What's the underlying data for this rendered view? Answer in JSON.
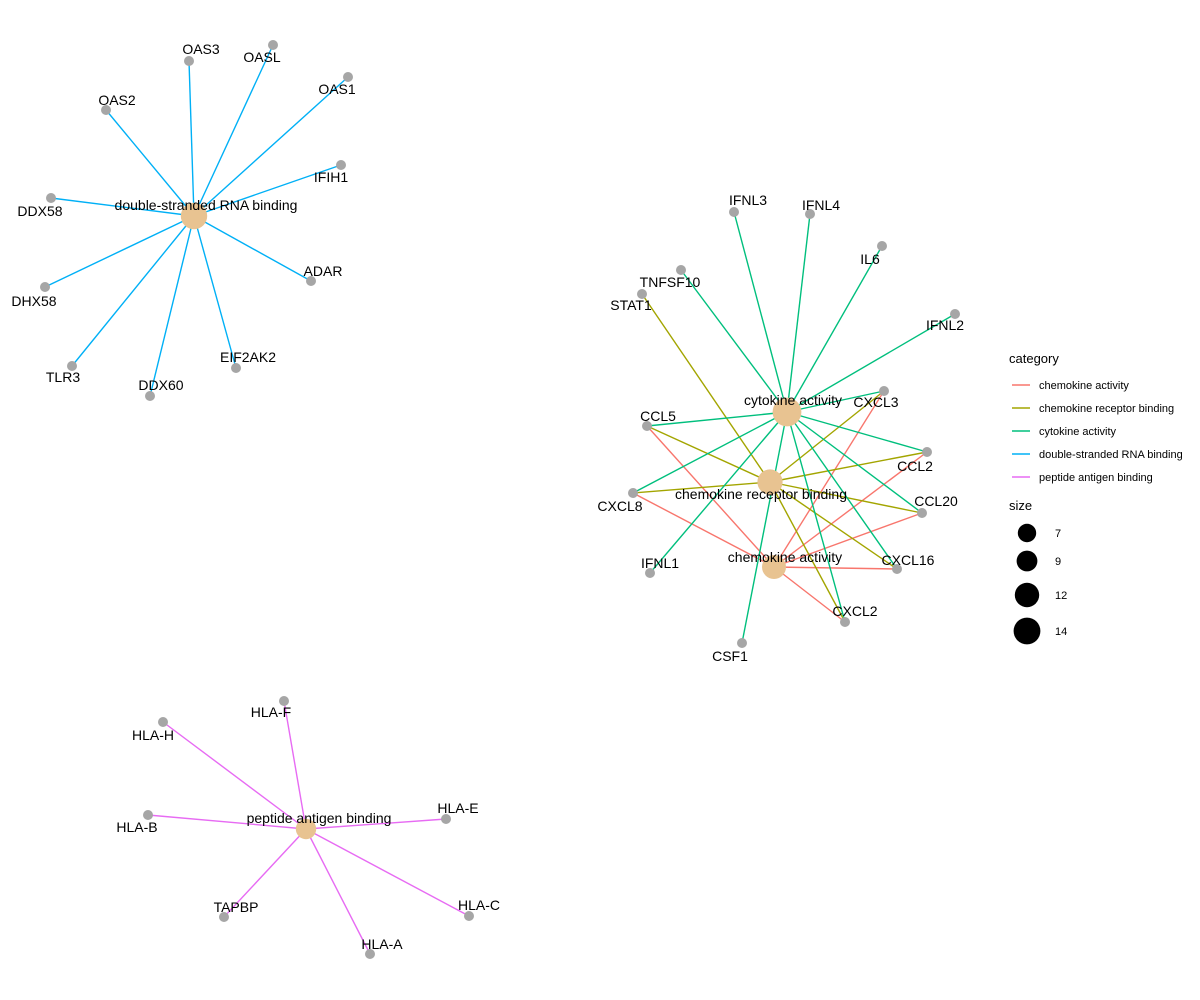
{
  "colors": {
    "chemokine activity": "#F8766D",
    "chemokine receptor binding": "#A3A500",
    "cytokine activity": "#00BF7D",
    "double-stranded RNA binding": "#00B0F6",
    "peptide antigen binding": "#E76BF3",
    "term_node": "#E8C391",
    "gene_node": "#A6A6A6"
  },
  "legend": {
    "category_title": "category",
    "categories": [
      "chemokine activity",
      "chemokine receptor binding",
      "cytokine activity",
      "double-stranded RNA binding",
      "peptide antigen binding"
    ],
    "size_title": "size",
    "sizes": [
      7,
      9,
      12,
      14
    ]
  },
  "terms": [
    {
      "id": "dsRNA",
      "label": "double-stranded RNA binding",
      "category": "double-stranded RNA binding",
      "size": 12
    },
    {
      "id": "cytokine",
      "label": "cytokine activity",
      "category": "cytokine activity",
      "size": 14
    },
    {
      "id": "chemrec",
      "label": "chemokine receptor binding",
      "category": "chemokine receptor binding",
      "size": 11
    },
    {
      "id": "chemact",
      "label": "chemokine activity",
      "category": "chemokine activity",
      "size": 10
    },
    {
      "id": "peptide",
      "label": "peptide antigen binding",
      "category": "peptide antigen binding",
      "size": 7
    }
  ],
  "genes": [
    {
      "label": "OAS3",
      "terms": [
        "dsRNA"
      ]
    },
    {
      "label": "OASL",
      "terms": [
        "dsRNA"
      ]
    },
    {
      "label": "OAS1",
      "terms": [
        "dsRNA"
      ]
    },
    {
      "label": "OAS2",
      "terms": [
        "dsRNA"
      ]
    },
    {
      "label": "IFIH1",
      "terms": [
        "dsRNA"
      ]
    },
    {
      "label": "DDX58",
      "terms": [
        "dsRNA"
      ]
    },
    {
      "label": "ADAR",
      "terms": [
        "dsRNA"
      ]
    },
    {
      "label": "DHX58",
      "terms": [
        "dsRNA"
      ]
    },
    {
      "label": "EIF2AK2",
      "terms": [
        "dsRNA"
      ]
    },
    {
      "label": "TLR3",
      "terms": [
        "dsRNA"
      ]
    },
    {
      "label": "DDX60",
      "terms": [
        "dsRNA"
      ]
    },
    {
      "label": "IFNL3",
      "terms": [
        "cytokine"
      ]
    },
    {
      "label": "IFNL4",
      "terms": [
        "cytokine"
      ]
    },
    {
      "label": "IL6",
      "terms": [
        "cytokine"
      ]
    },
    {
      "label": "TNFSF10",
      "terms": [
        "cytokine"
      ]
    },
    {
      "label": "STAT1",
      "terms": [
        "chemrec"
      ]
    },
    {
      "label": "IFNL2",
      "terms": [
        "cytokine"
      ]
    },
    {
      "label": "CXCL3",
      "terms": [
        "cytokine",
        "chemrec",
        "chemact"
      ]
    },
    {
      "label": "CCL5",
      "terms": [
        "cytokine",
        "chemrec",
        "chemact"
      ]
    },
    {
      "label": "CCL2",
      "terms": [
        "cytokine",
        "chemrec",
        "chemact"
      ]
    },
    {
      "label": "CXCL8",
      "terms": [
        "cytokine",
        "chemrec",
        "chemact"
      ]
    },
    {
      "label": "CCL20",
      "terms": [
        "cytokine",
        "chemrec",
        "chemact"
      ]
    },
    {
      "label": "IFNL1",
      "terms": [
        "cytokine"
      ]
    },
    {
      "label": "CXCL16",
      "terms": [
        "cytokine",
        "chemrec",
        "chemact"
      ]
    },
    {
      "label": "CXCL2",
      "terms": [
        "cytokine",
        "chemrec",
        "chemact"
      ]
    },
    {
      "label": "CSF1",
      "terms": [
        "cytokine"
      ]
    },
    {
      "label": "HLA-F",
      "terms": [
        "peptide"
      ]
    },
    {
      "label": "HLA-H",
      "terms": [
        "peptide"
      ]
    },
    {
      "label": "HLA-E",
      "terms": [
        "peptide"
      ]
    },
    {
      "label": "HLA-B",
      "terms": [
        "peptide"
      ]
    },
    {
      "label": "TAPBP",
      "terms": [
        "peptide"
      ]
    },
    {
      "label": "HLA-C",
      "terms": [
        "peptide"
      ]
    },
    {
      "label": "HLA-A",
      "terms": [
        "peptide"
      ]
    }
  ]
}
